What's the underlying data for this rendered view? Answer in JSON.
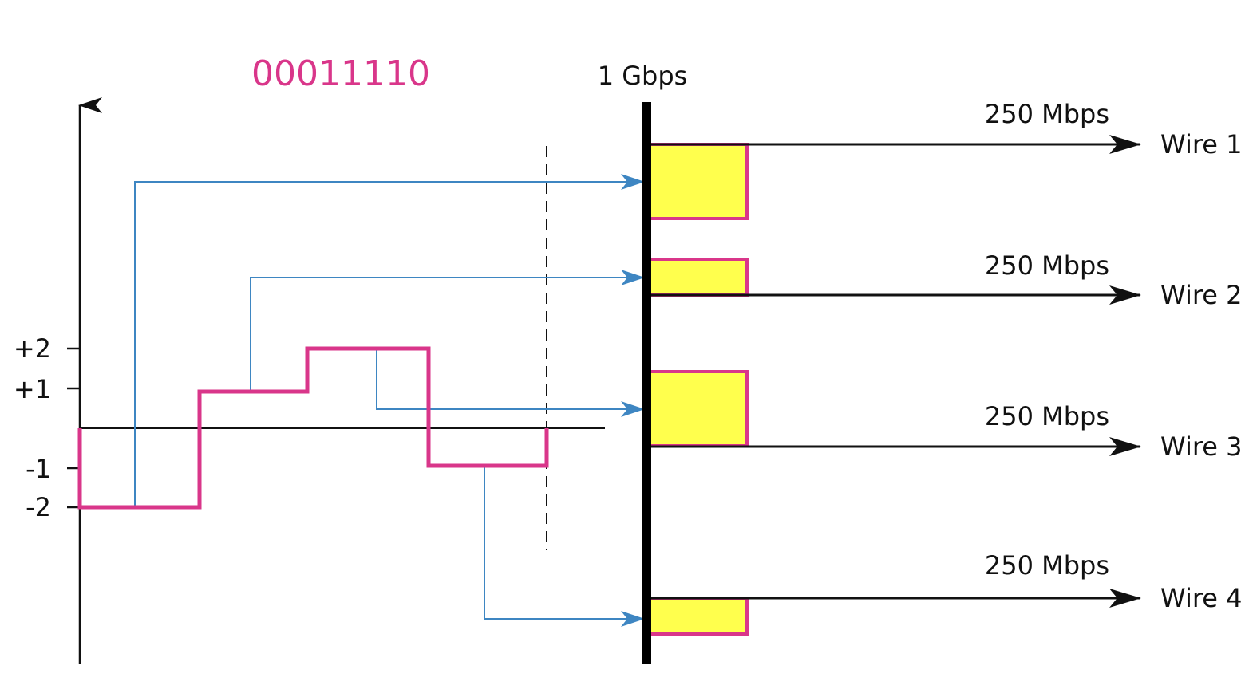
{
  "bit_pattern": "00011110",
  "total_rate": "1 Gbps",
  "y_axis_labels": [
    "+2",
    "+1",
    "-1",
    "-2"
  ],
  "signal_levels": [
    -2,
    1,
    2,
    -1,
    0
  ],
  "wires": [
    {
      "name": "Wire 1",
      "rate": "250 Mbps",
      "level": -2
    },
    {
      "name": "Wire 2",
      "rate": "250 Mbps",
      "level": 1
    },
    {
      "name": "Wire 3",
      "rate": "250 Mbps",
      "level": 2
    },
    {
      "name": "Wire 4",
      "rate": "250 Mbps",
      "level": -1
    }
  ],
  "colors": {
    "signal": "#d9368a",
    "feed": "#3e86c2",
    "block_fill": "#ffff4d",
    "axis": "#111111",
    "bits": "#d9368a"
  }
}
